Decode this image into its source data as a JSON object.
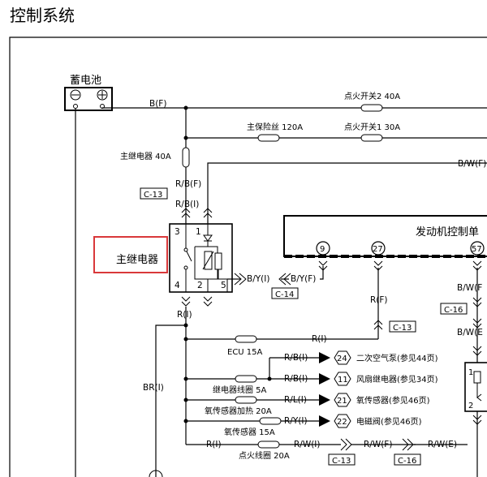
{
  "page": {
    "title": "控制系统"
  },
  "battery": {
    "label": "蓄电池"
  },
  "relay": {
    "label": "主继电器",
    "pins": [
      "3",
      "1",
      "4",
      "2",
      "5"
    ]
  },
  "ecm": {
    "label": "发动机控制单",
    "pins": [
      "9",
      "27",
      "57"
    ]
  },
  "wires": {
    "bf": "B(F)",
    "bwf": "B/W(F)",
    "rbf": "R/B(F)",
    "rbi": "R/B(I)",
    "byi": "B/Y(I)",
    "byf": "B/Y(F)",
    "ri_main": "R(I)",
    "rf": "R(F)",
    "bri": "BR(I)",
    "ri_ecu": "R(I)",
    "rbi_24": "R/B(I)",
    "rbi_11": "R/B(I)",
    "rli": "R/L(I)",
    "ryi": "R/Y(I)",
    "ri_ign": "R(I)",
    "rwi": "R/W(I)",
    "rwf": "R/W(F)",
    "rwe": "R/W(E)",
    "bwf_right": "B/W(F",
    "bwe_right": "B/W(E"
  },
  "fuses": {
    "ign2": "点火开关2  40A",
    "main": "主保险丝  120A",
    "ign1": "点火开关1  30A",
    "relay40": "主继电器 40A",
    "ecu": "ECU 15A",
    "coil": "继电器线圈 5A",
    "o2heat": "氧传感器加热 20A",
    "o2": "氧传感器 15A",
    "igncoil": "点火线圈 20A"
  },
  "connectors": {
    "c13_top": "C-13",
    "c14": "C-14",
    "c13_mid": "C-13",
    "c16_right": "C-16",
    "c13_bottom": "C-13",
    "c16_bottom": "C-16"
  },
  "refs": [
    {
      "num": "24",
      "text": "二次空气泵(参见44页)"
    },
    {
      "num": "11",
      "text": "风扇继电器(参见34页)"
    },
    {
      "num": "21",
      "text": "氧传感器(参见46页)"
    },
    {
      "num": "22",
      "text": "电磁阀(参见46页)"
    }
  ]
}
